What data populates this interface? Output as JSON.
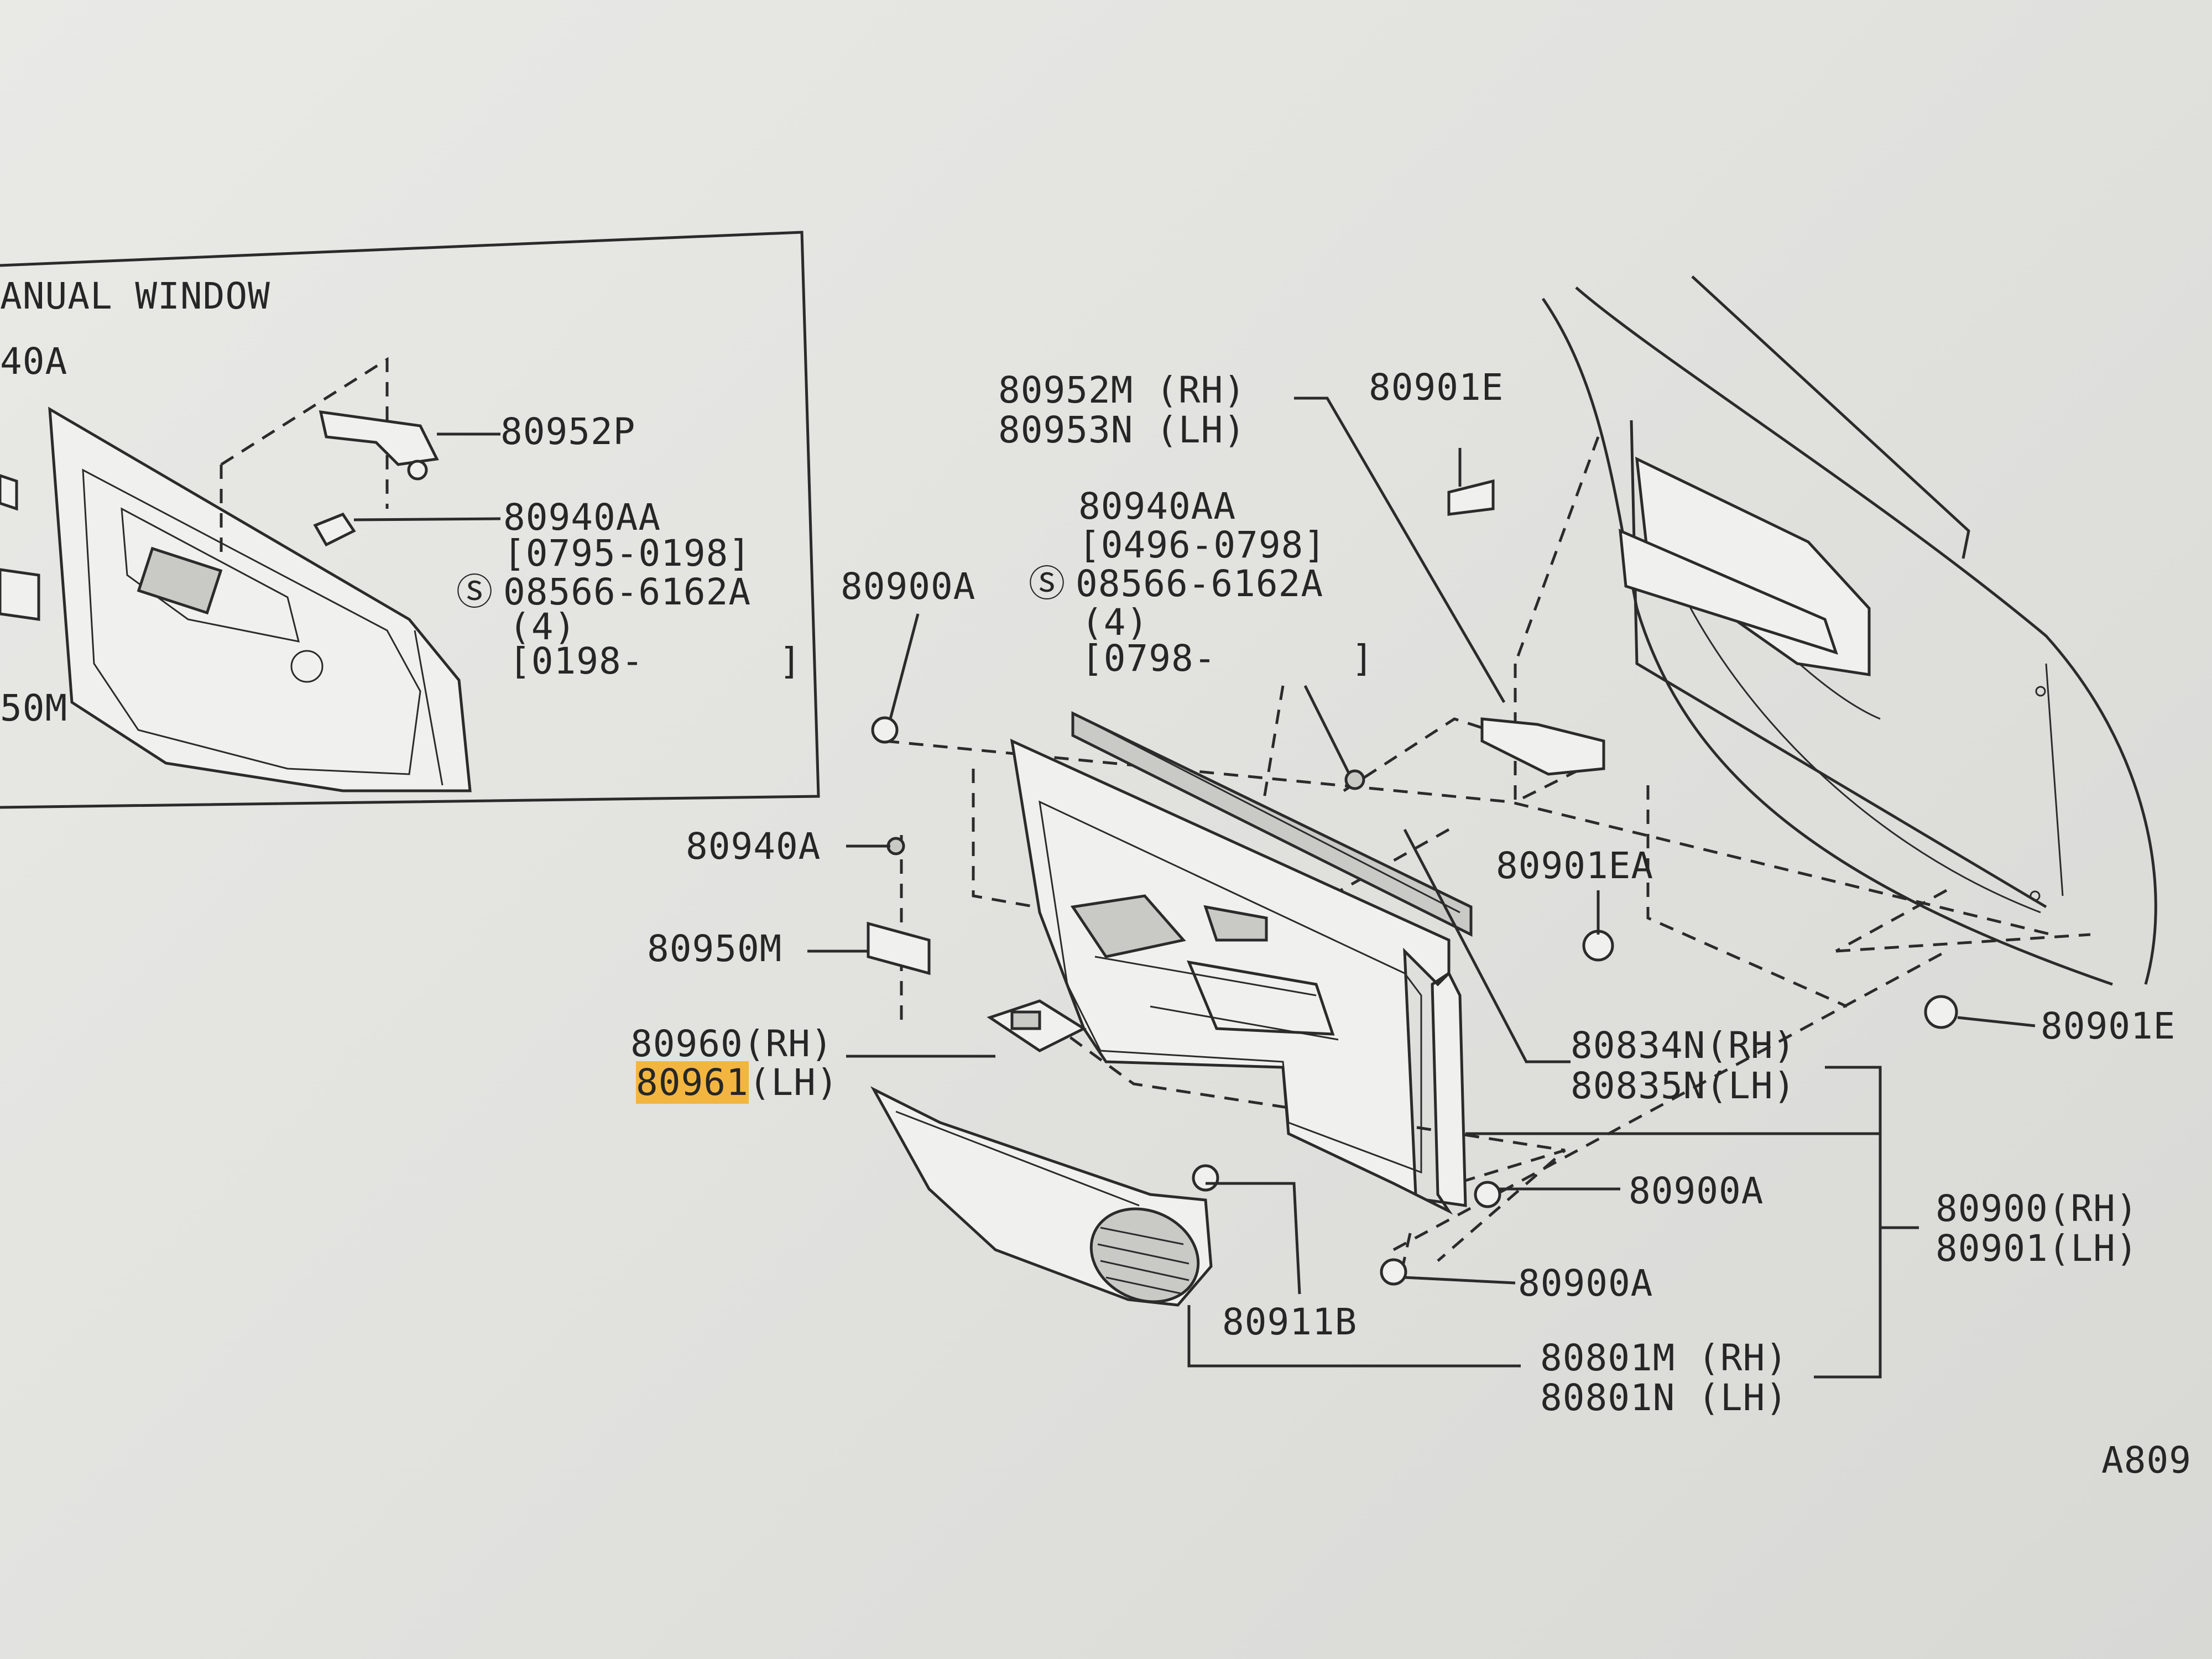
{
  "inset": {
    "title": "ANUAL WINDOW",
    "part_40a": "40A",
    "part_50m": "50M",
    "part_80952p": "80952P",
    "part_80940aa": "80940AA",
    "range_a": "[0795-0198]",
    "screw_code": "08566-6162A",
    "screw_qty": "(4)",
    "range_b": "[0198-      ]"
  },
  "main": {
    "p80952m": "80952M (RH)",
    "p80953n": "80953N (LH)",
    "p80901e_top": "80901E",
    "p80940aa": "80940AA",
    "range_c": "[0496-0798]",
    "screw_code": "08566-6162A",
    "screw_qty": "(4)",
    "range_d": "[0798-      ]",
    "p80900a_top": "80900A",
    "p80940a": "80940A",
    "p80950m": "80950M",
    "p80960_code": "80960",
    "p80960_side": "(RH)",
    "p80961_code": "80961",
    "p80961_side": "(LH)",
    "p80901ea": "80901EA",
    "p80834n": "80834N(RH)",
    "p80835n": "80835N(LH)",
    "p80901e_right": "80901E",
    "p80900a_mid": "80900A",
    "p80900a_low": "80900A",
    "p80900": "80900(RH)",
    "p80901": "80901(LH)",
    "p80911b": "80911B",
    "p80801m": "80801M (RH)",
    "p80801n": "80801N (LH)",
    "ref": "A809"
  },
  "colors": {
    "highlight": "#f2b640",
    "ink": "#262626",
    "paper": "#e4e4e1"
  }
}
